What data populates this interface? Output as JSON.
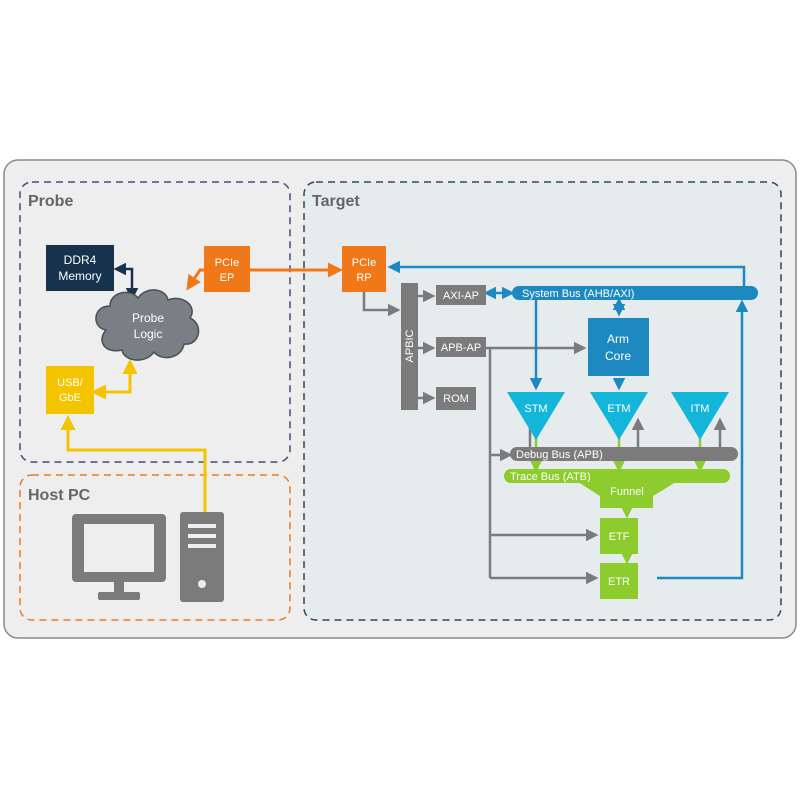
{
  "probe": {
    "title": "Probe",
    "ddr4_line1": "DDR4",
    "ddr4_line2": "Memory",
    "pcie_ep_line1": "PCIe",
    "pcie_ep_line2": "EP",
    "logic_line1": "Probe",
    "logic_line2": "Logic",
    "usb_line1": "USB/",
    "usb_line2": "GbE"
  },
  "host": {
    "title": "Host PC"
  },
  "target": {
    "title": "Target",
    "pcie_rp_line1": "PCIe",
    "pcie_rp_line2": "RP",
    "apbic": "APBIC",
    "axi_ap": "AXI-AP",
    "apb_ap": "APB-AP",
    "rom": "ROM",
    "system_bus": "System Bus (AHB/AXI)",
    "arm_line1": "Arm",
    "arm_line2": "Core",
    "stm": "STM",
    "etm": "ETM",
    "itm": "ITM",
    "debug_bus": "Debug Bus (APB)",
    "trace_bus": "Trace Bus (ATB)",
    "funnel": "Funnel",
    "etf": "ETF",
    "etr": "ETR"
  },
  "colors": {
    "outer_bg": "#eeeeee",
    "outer_border": "#8a8a8a",
    "target_bg": "#e6eced",
    "probe_border": "#4a4a7a",
    "host_border": "#e67e22",
    "target_border": "#2e4a55",
    "navy": "#17324d",
    "orange": "#f07818",
    "yellow": "#f5c400",
    "gray": "#7b7b7b",
    "blue": "#1e88c0",
    "cyan": "#13b6d8",
    "green": "#8ccc2c",
    "cloud": "#7a7e85"
  }
}
